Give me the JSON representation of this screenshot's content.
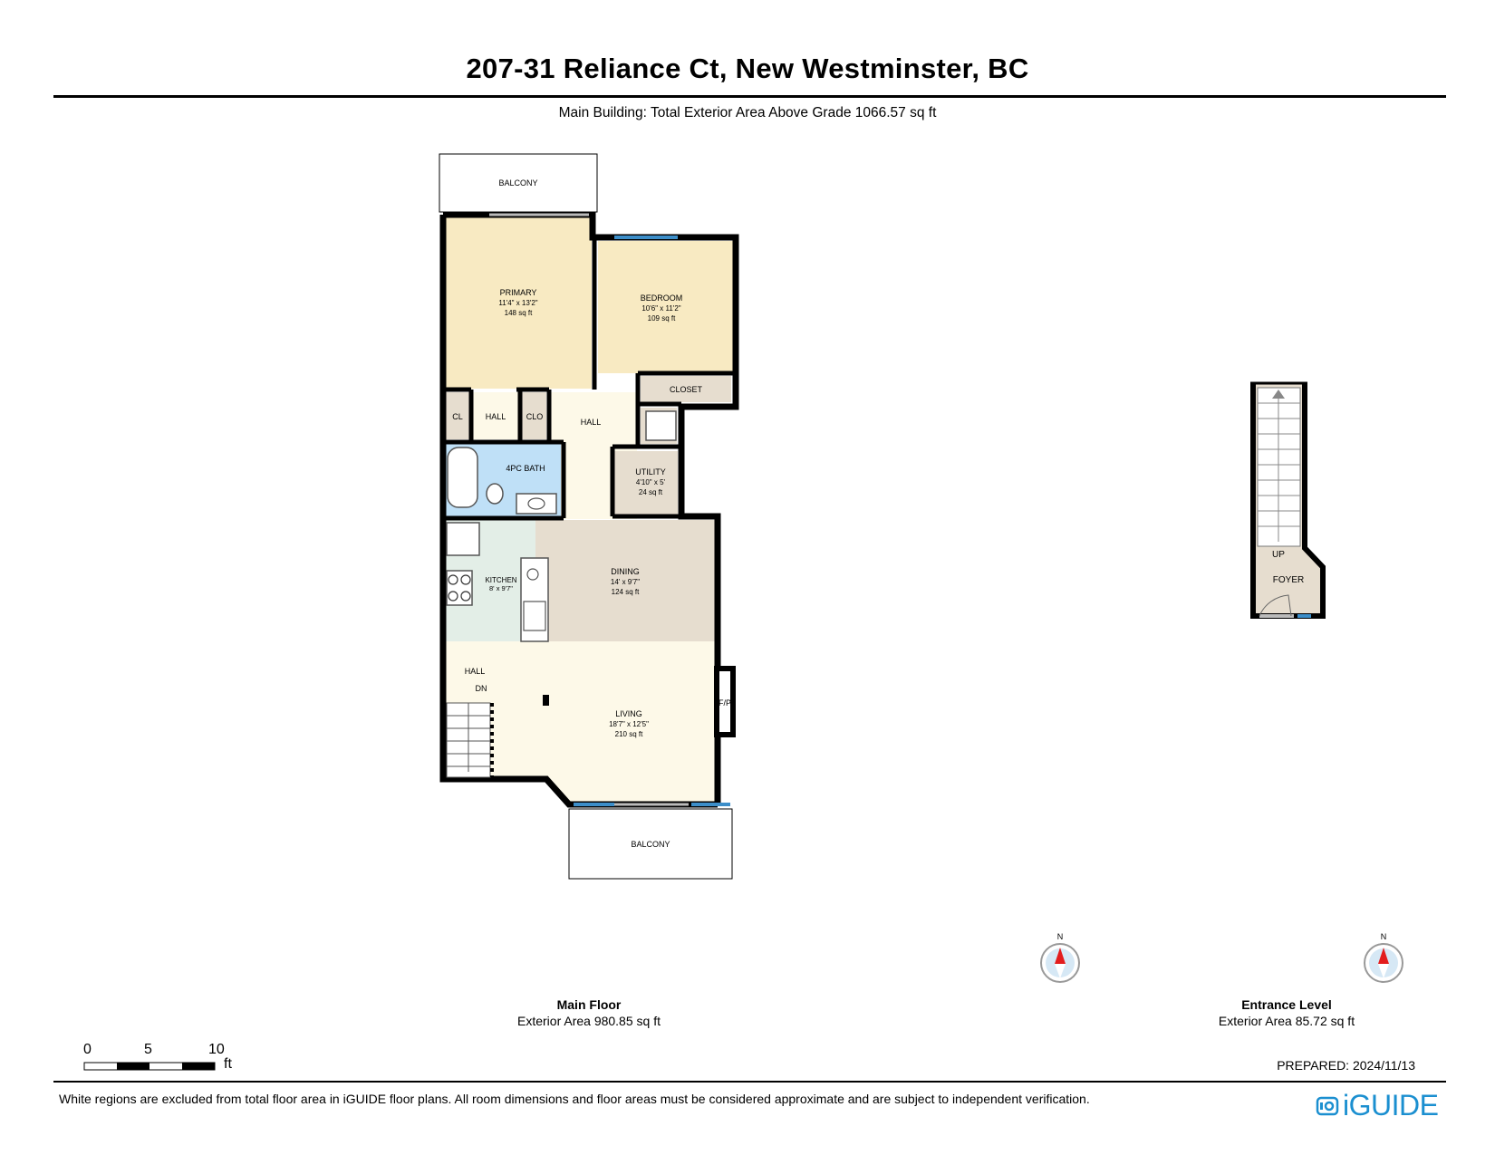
{
  "header": {
    "title": "207-31 Reliance Ct, New Westminster, BC",
    "subtitle": "Main Building: Total Exterior Area Above Grade 1066.57 sq ft"
  },
  "main_floor": {
    "rooms": {
      "balcony_top": "BALCONY",
      "primary_name": "PRIMARY",
      "primary_dims": "11'4\" x 13'2\"",
      "primary_area": "148 sq ft",
      "bedroom_name": "BEDROOM",
      "bedroom_dims": "10'6\" x 11'2\"",
      "bedroom_area": "109 sq ft",
      "closet": "CLOSET",
      "cl": "CL",
      "hall_small": "HALL",
      "clo": "CLO",
      "hall_center": "HALL",
      "bath": "4PC BATH",
      "utility_name": "UTILITY",
      "utility_dims": "4'10\" x 5'",
      "utility_area": "24 sq ft",
      "kitchen_name": "KITCHEN",
      "kitchen_dims": "8' x 9'7\"",
      "dining_name": "DINING",
      "dining_dims": "14' x 9'7\"",
      "dining_area": "124 sq ft",
      "hall_left": "HALL",
      "dn": "DN",
      "fp": "F/P",
      "living_name": "LIVING",
      "living_dims": "18'7\" x 12'5\"",
      "living_area": "210 sq ft",
      "balcony_bottom": "BALCONY"
    },
    "caption_name": "Main Floor",
    "caption_area": "Exterior Area 980.85 sq ft"
  },
  "entrance_level": {
    "up": "UP",
    "foyer": "FOYER",
    "caption_name": "Entrance Level",
    "caption_area": "Exterior Area 85.72 sq ft"
  },
  "compass": {
    "north_label": "N"
  },
  "scale": {
    "labels": [
      "0",
      "5",
      "10"
    ],
    "unit": "ft"
  },
  "footer": {
    "prepared": "PREPARED: 2024/11/13",
    "disclaimer": "White regions are excluded from total floor area in iGUIDE floor plans. All room dimensions and floor areas must be considered approximate and are subject to independent verification.",
    "brand": "iGUIDE"
  },
  "colors": {
    "bedroom_fill": "#f8eac2",
    "bath_fill": "#bfe0f7",
    "kitchen_fill": "#e3eee7",
    "dining_fill": "#e6ddcf",
    "living_fill": "#fdf9e8",
    "closet_fill": "#e6ddcf",
    "window": "#3c8ec9",
    "brand": "#1b8fd0"
  }
}
